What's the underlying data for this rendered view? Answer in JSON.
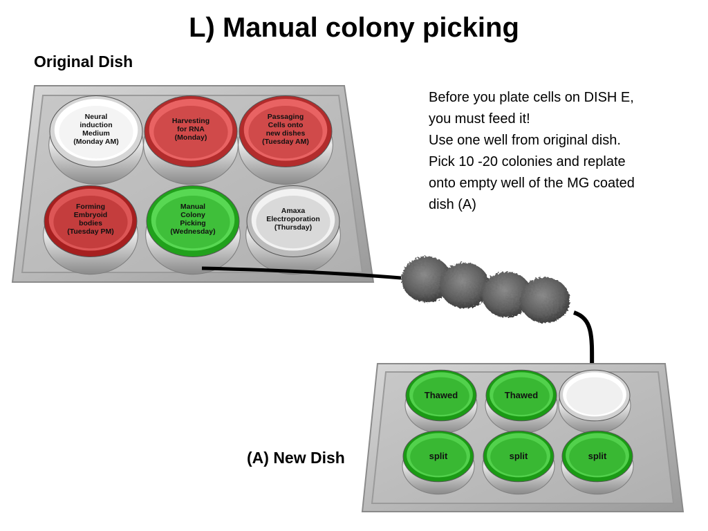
{
  "title": "L) Manual colony picking",
  "original_dish_label": "Original Dish",
  "new_dish_label": "(A) New Dish",
  "notes": [
    "Before you plate cells on DISH E,",
    "you must feed it!",
    "Use one well from original dish.",
    "Pick 10 -20 colonies and replate",
    "onto empty well of the MG coated",
    "dish (A)"
  ],
  "original_dish": {
    "wells": [
      {
        "lines": [
          "Neural",
          "induction",
          "Medium",
          "(Monday AM)"
        ],
        "color": "#f4f4f4"
      },
      {
        "lines": [
          "Harvesting",
          "for RNA",
          "(Monday)"
        ],
        "color": "#d04a4a"
      },
      {
        "lines": [
          "Passaging",
          "Cells onto",
          "new dishes",
          "(Tuesday AM)"
        ],
        "color": "#d04a4a"
      },
      {
        "lines": [
          "Forming",
          "Embryoid",
          "bodies",
          "(Tuesday PM)"
        ],
        "color": "#c43d3d"
      },
      {
        "lines": [
          "Manual",
          "Colony",
          "Picking",
          "(Wednesday)"
        ],
        "color": "#3fbf3a"
      },
      {
        "lines": [
          "Amaxa",
          "Electroporation",
          "(Thursday)"
        ],
        "color": "#d9d9d9"
      }
    ]
  },
  "new_dish": {
    "wells": [
      {
        "label": "Thawed",
        "color": "#39b833"
      },
      {
        "label": "Thawed",
        "color": "#39b833"
      },
      {
        "label": "",
        "color": "#f0f0f0"
      },
      {
        "label": "split",
        "color": "#39b833"
      },
      {
        "label": "split",
        "color": "#39b833"
      },
      {
        "label": "split",
        "color": "#39b833"
      }
    ]
  }
}
